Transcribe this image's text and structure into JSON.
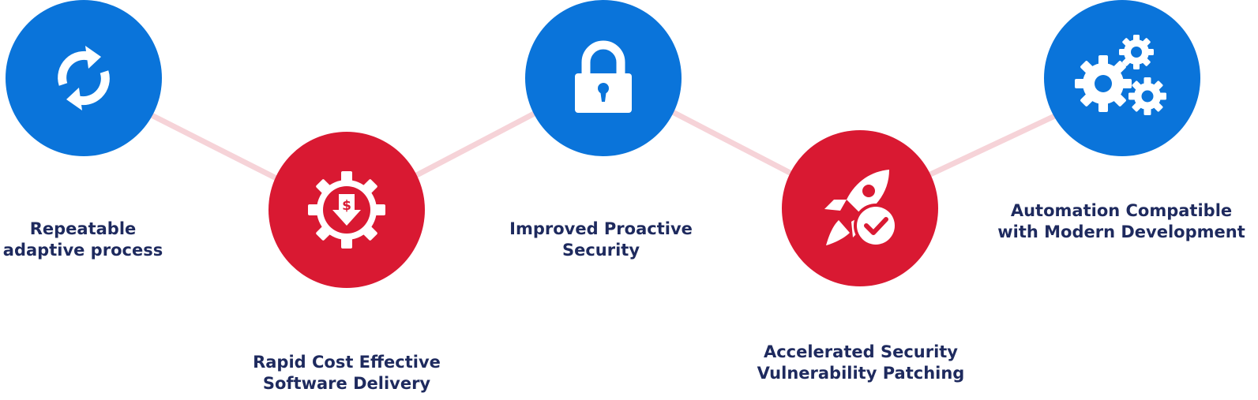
{
  "colors": {
    "blue": "#0a74da",
    "red": "#d91932",
    "label": "#1e2a5e",
    "connector": "#f6d3d8"
  },
  "steps": [
    {
      "icon": "refresh-icon",
      "color": "blue",
      "label_lines": [
        "Repeatable",
        "adaptive process"
      ]
    },
    {
      "icon": "cost-reduction-gear-icon",
      "color": "red",
      "label_lines": [
        "Rapid Cost Effective",
        "Software Delivery"
      ]
    },
    {
      "icon": "lock-icon",
      "color": "blue",
      "label_lines": [
        "Improved Proactive",
        "Security"
      ]
    },
    {
      "icon": "rocket-check-icon",
      "color": "red",
      "label_lines": [
        "Accelerated Security",
        "Vulnerability Patching"
      ]
    },
    {
      "icon": "gears-icon",
      "color": "blue",
      "label_lines": [
        "Automation Compatible",
        "with Modern Development"
      ]
    }
  ]
}
